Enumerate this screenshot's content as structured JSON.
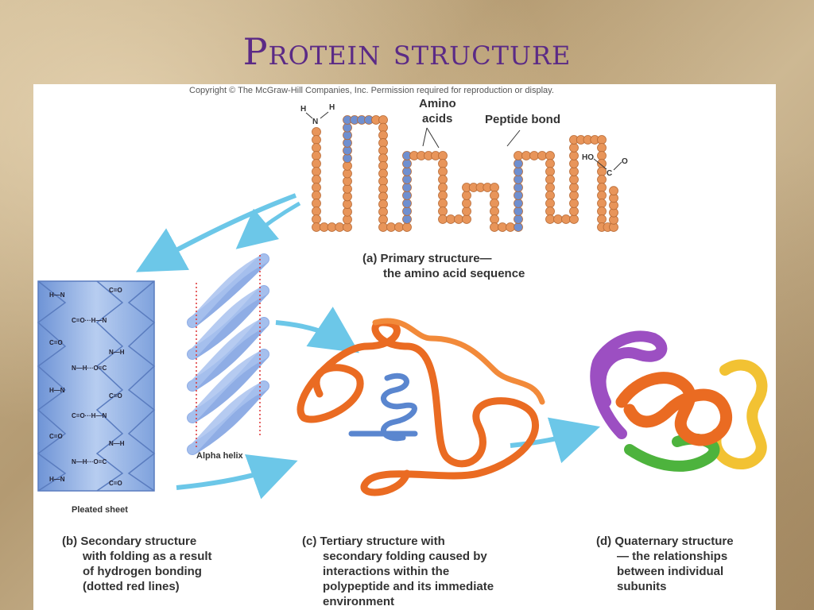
{
  "title": "Protein structure",
  "copyright": "Copyright © The McGraw-Hill Companies, Inc.  Permission required for reproduction or display.",
  "labels": {
    "amino_acids_1": "Amino",
    "amino_acids_2": "acids",
    "peptide_bond": "Peptide bond",
    "primary_1": "(a) Primary structure—",
    "primary_2": "the amino acid sequence",
    "pleated_sheet": "Pleated sheet",
    "alpha_helix": "Alpha helix",
    "secondary_1": "(b) Secondary structure",
    "secondary_2": "with folding as a result",
    "secondary_3": "of hydrogen bonding",
    "secondary_4": "(dotted red lines)",
    "tertiary_1": "(c) Tertiary structure with",
    "tertiary_2": "secondary folding caused by",
    "tertiary_3": "interactions within the",
    "tertiary_4": "polypeptide and its immediate",
    "tertiary_5": "environment",
    "quaternary_1": "(d) Quaternary structure",
    "quaternary_2": "— the relationships",
    "quaternary_3": "between individual",
    "quaternary_4": "subunits",
    "n_terminus": "H N H",
    "c_terminus": "HO C=O"
  },
  "colors": {
    "title": "#5b2a86",
    "bead_orange": "#e8955a",
    "bead_blue": "#6f8fd0",
    "arrow": "#6cc7e8",
    "sheet": "#8fb2e3",
    "tertiary": "#ea6b22",
    "purple": "#9c4fc2",
    "green": "#4db33d",
    "yellow": "#f2c233"
  }
}
